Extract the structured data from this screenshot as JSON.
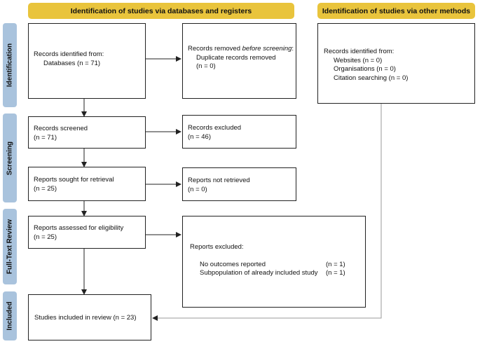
{
  "headers": {
    "databases": "Identification of studies via databases and registers",
    "other": "Identification of studies via other methods"
  },
  "stages": {
    "identification": "Identification",
    "screening": "Screening",
    "full_text": "Full-Text Review",
    "included": "Included"
  },
  "boxes": {
    "identified": {
      "line1": "Records identified from:",
      "line2": "Databases (n = 71)"
    },
    "removed": {
      "pre": "Records removed ",
      "em": "before screening",
      "post": ":",
      "line2": "Duplicate records removed",
      "line3": "(n = 0)"
    },
    "other": {
      "line1": "Records identified from:",
      "line2": "Websites (n = 0)",
      "line3": "Organisations (n = 0)",
      "line4": "Citation searching (n = 0)"
    },
    "screened": {
      "line1": "Records screened",
      "line2": "(n = 71)"
    },
    "excluded": {
      "line1": "Records excluded",
      "line2": "(n = 46)"
    },
    "sought": {
      "line1": "Reports sought for retrieval",
      "line2": "(n = 25)"
    },
    "not_retrieved": {
      "line1": "Reports not retrieved",
      "line2": "(n = 0)"
    },
    "assessed": {
      "line1": "Reports assessed for eligibility",
      "line2": "(n = 25)"
    },
    "reports_excluded": {
      "title": "Reports excluded:",
      "reasons": [
        {
          "label": "No outcomes reported",
          "count": "(n = 1)"
        },
        {
          "label": "Subpopulation of already included study",
          "count": "(n = 1)"
        }
      ]
    },
    "included": {
      "line1": "Studies included in review (n = 23)"
    }
  }
}
